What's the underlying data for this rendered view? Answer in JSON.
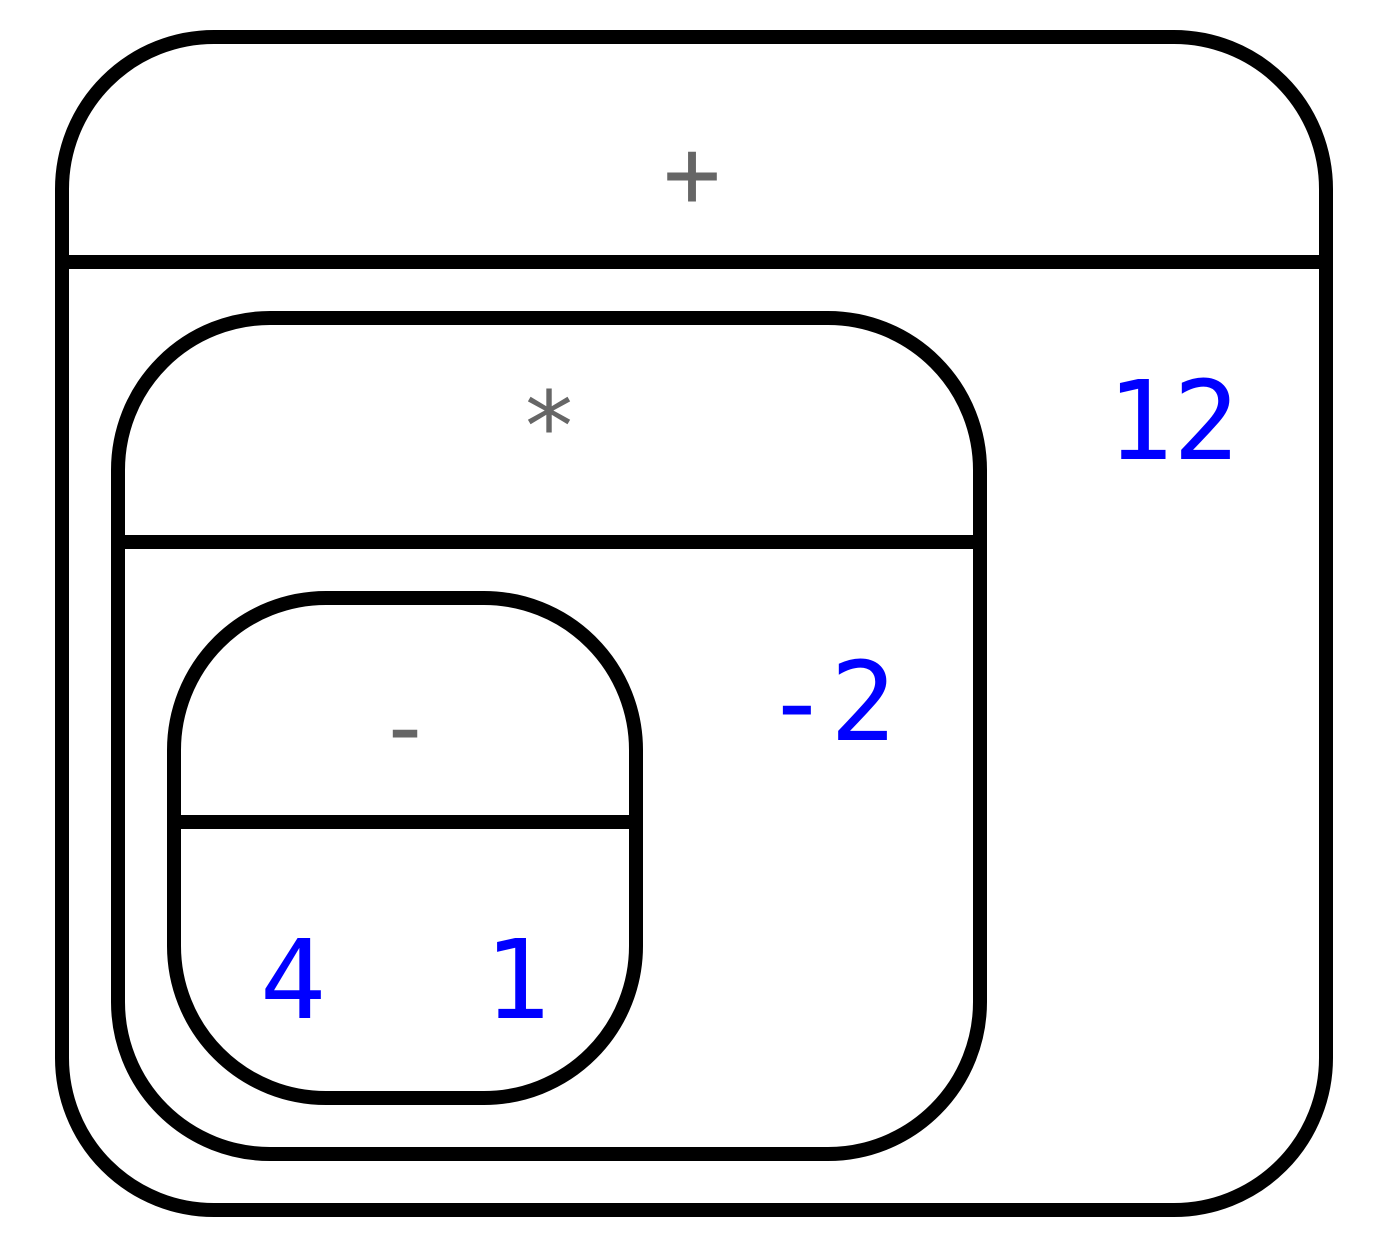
{
  "expression": {
    "operator": "+",
    "result": "12",
    "child": {
      "operator": "*",
      "result": "-2",
      "child": {
        "operator": "-",
        "operands": [
          "4",
          "1"
        ]
      }
    }
  },
  "colors": {
    "border": "#000000",
    "operator": "#666666",
    "value": "#0000ff",
    "background": "#ffffff"
  }
}
